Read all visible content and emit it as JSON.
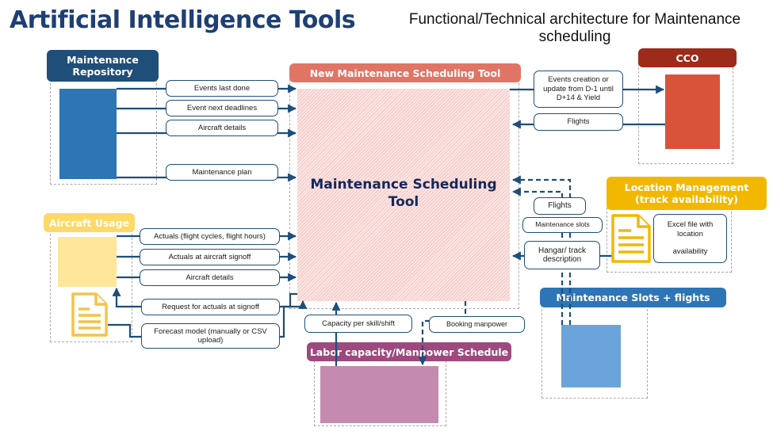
{
  "title": "Artificial Intelligence Tools",
  "subtitle": "Functional/Technical architecture for Maintenance scheduling",
  "central": {
    "header": "New Maintenance Scheduling Tool",
    "label": "Maintenance Scheduling Tool",
    "color": "#e07566"
  },
  "systems": {
    "maintenance_repository": {
      "header": "Maintenance Repository",
      "color": "#1f4e79",
      "block_color": "#2e75b6"
    },
    "aircraft_usage": {
      "header": "Aircraft Usage",
      "color": "#ffd966",
      "block_color": "#ffe699"
    },
    "cco": {
      "header": "CCO",
      "color": "#9e2a1a",
      "block_color": "#d9533b"
    },
    "location_management": {
      "header": "Location Management (track availability)",
      "color": "#f2b800",
      "note": [
        "Excel file with",
        "location",
        "",
        "availability"
      ]
    },
    "maintenance_slots": {
      "header": "Maintenance Slots + flights",
      "color": "#2e75b6",
      "block_color": "#6aa4da"
    },
    "labor_capacity": {
      "header": "Labor capacity/Manpower Schedule",
      "color": "#9c4a7e",
      "block_color": "#c48ab0"
    }
  },
  "flows": {
    "events_last_done": "Events last done",
    "event_next_deadlines": "Event next deadlines",
    "aircraft_details_repo": "Aircraft details",
    "maintenance_plan": "Maintenance plan",
    "actuals_flight": "Actuals (flight cycles, flight hours)",
    "actuals_signoff": "Actuals at aircraft signoff",
    "aircraft_details_usage": "Aircraft details",
    "request_actuals": "Request for actuals at signoff",
    "forecast_model": "Forecast model (manually or CSV upload)",
    "events_creation": "Events creation or update from D-1 until D+14 & Yield",
    "flights_cco": "Flights",
    "flights_slots": "Flights",
    "maintenance_slots": "Maintenance slots",
    "hangar_track": "Hangar/ track description",
    "capacity_per_skill": "Capacity per skill/shift",
    "booking_manpower": "Booking manpower"
  },
  "line_color": "#1f4e79"
}
